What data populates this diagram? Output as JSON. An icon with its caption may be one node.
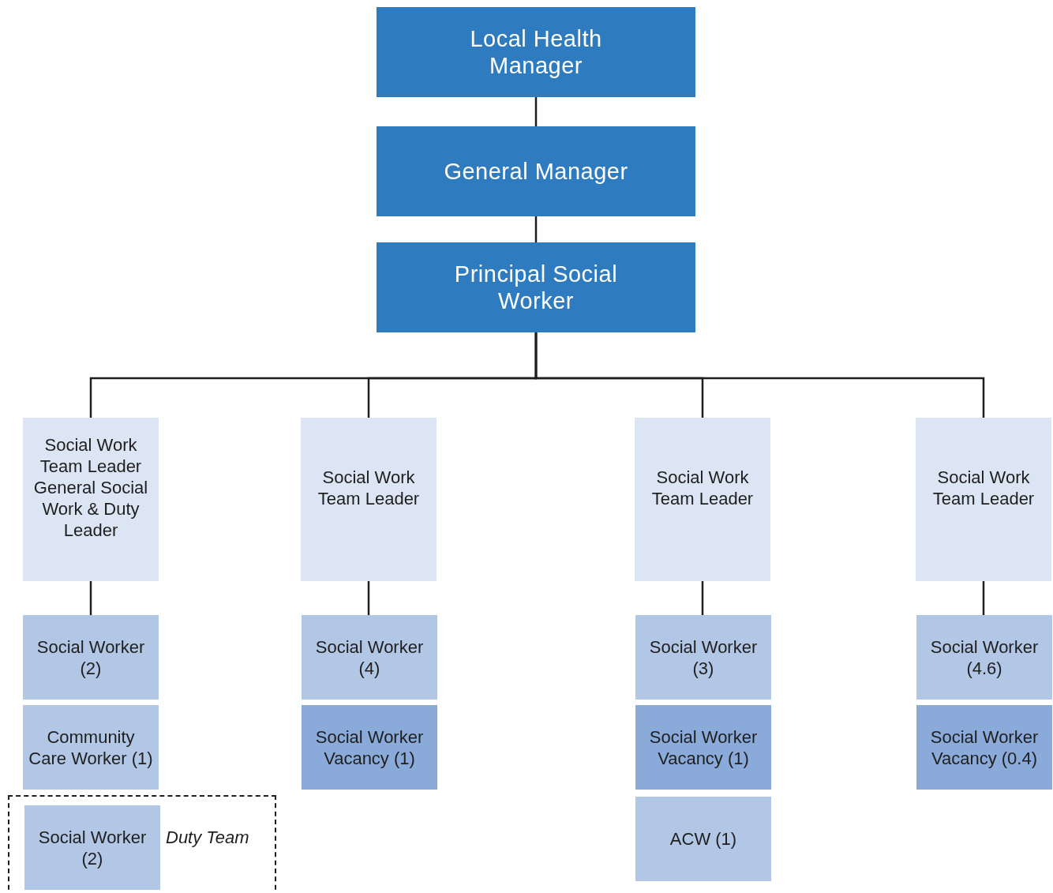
{
  "diagram": {
    "nodes": [
      {
        "text": [
          "Local Health Manager"
        ]
      },
      {
        "text": [
          "General Manager"
        ]
      },
      {
        "text": [
          "Principal Social Worker"
        ]
      },
      {
        "text": [
          "Social Work Team Leader General Social Work & Duty Leader"
        ]
      },
      {
        "text": [
          "Social Work Team Leader"
        ]
      },
      {
        "text": [
          "Social Work Team Leader"
        ]
      },
      {
        "text": [
          "Social Work Team Leader"
        ]
      },
      {
        "text": [
          "Social Worker (2)"
        ]
      },
      {
        "text": [
          "Community Care Worker (1)"
        ]
      },
      {
        "text": [
          "Duty Team"
        ]
      },
      {
        "text": [
          "Social Worker (2)"
        ],
        "in": 9
      },
      {
        "text": [
          "Social Worker (4)"
        ]
      },
      {
        "text": [
          "Social Worker Vacancy (1)"
        ]
      },
      {
        "text": [
          "Social Worker (3)"
        ]
      },
      {
        "text": [
          "Social Worker Vacancy (1)"
        ]
      },
      {
        "text": [
          "ACW (1)"
        ]
      },
      {
        "text": [
          "Social Worker (4.6)"
        ]
      },
      {
        "text": [
          "Social Worker Vacancy (0.4)"
        ]
      }
    ],
    "edges": [
      {
        "from": 0,
        "to": 1,
        "arrow": "none"
      },
      {
        "from": 1,
        "to": 2,
        "arrow": "none"
      },
      {
        "from": 2,
        "to": 3,
        "arrow": "none"
      },
      {
        "from": 2,
        "to": 4,
        "arrow": "none"
      },
      {
        "from": 2,
        "to": 5,
        "arrow": "none"
      },
      {
        "from": 2,
        "to": 6,
        "arrow": "none"
      },
      {
        "from": 3,
        "to": 7,
        "arrow": "none"
      },
      {
        "from": 4,
        "to": 11,
        "arrow": "none"
      },
      {
        "from": 5,
        "to": 13,
        "arrow": "none"
      },
      {
        "from": 6,
        "to": 16,
        "arrow": "none"
      }
    ]
  }
}
